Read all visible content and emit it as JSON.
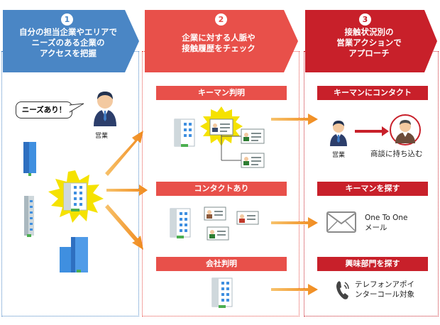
{
  "steps": [
    {
      "number": "1",
      "title_lines": [
        "自分の担当企業やエリアで",
        "ニーズのある企業の",
        "アクセスを把握"
      ]
    },
    {
      "number": "2",
      "title_lines": [
        "企業に対する人脈や",
        "接触履歴をチェック"
      ]
    },
    {
      "number": "3",
      "title_lines": [
        "接触状況別の",
        "営業アクションで",
        "アプローチ"
      ]
    }
  ],
  "col1": {
    "bubble": "ニーズあり！",
    "person_label": "営業"
  },
  "col2": {
    "labels": [
      "キーマン判明",
      "コンタクトあり",
      "会社判明"
    ]
  },
  "col3": {
    "labels": [
      "キーマンにコンタクト",
      "キーマンを探す",
      "興味部門を探す"
    ],
    "sales_label": "営業",
    "action1": "商談に持ち込む",
    "action2_lines": [
      "One To One",
      "メール"
    ],
    "action3_lines": [
      "テレフォンアポイ",
      "ンターコール対象"
    ]
  },
  "colors": {
    "blue": "#4a86c5",
    "red": "#e8504a",
    "darkred": "#c8202a",
    "orange": "#f2a23a",
    "yellow": "#f5e200"
  }
}
